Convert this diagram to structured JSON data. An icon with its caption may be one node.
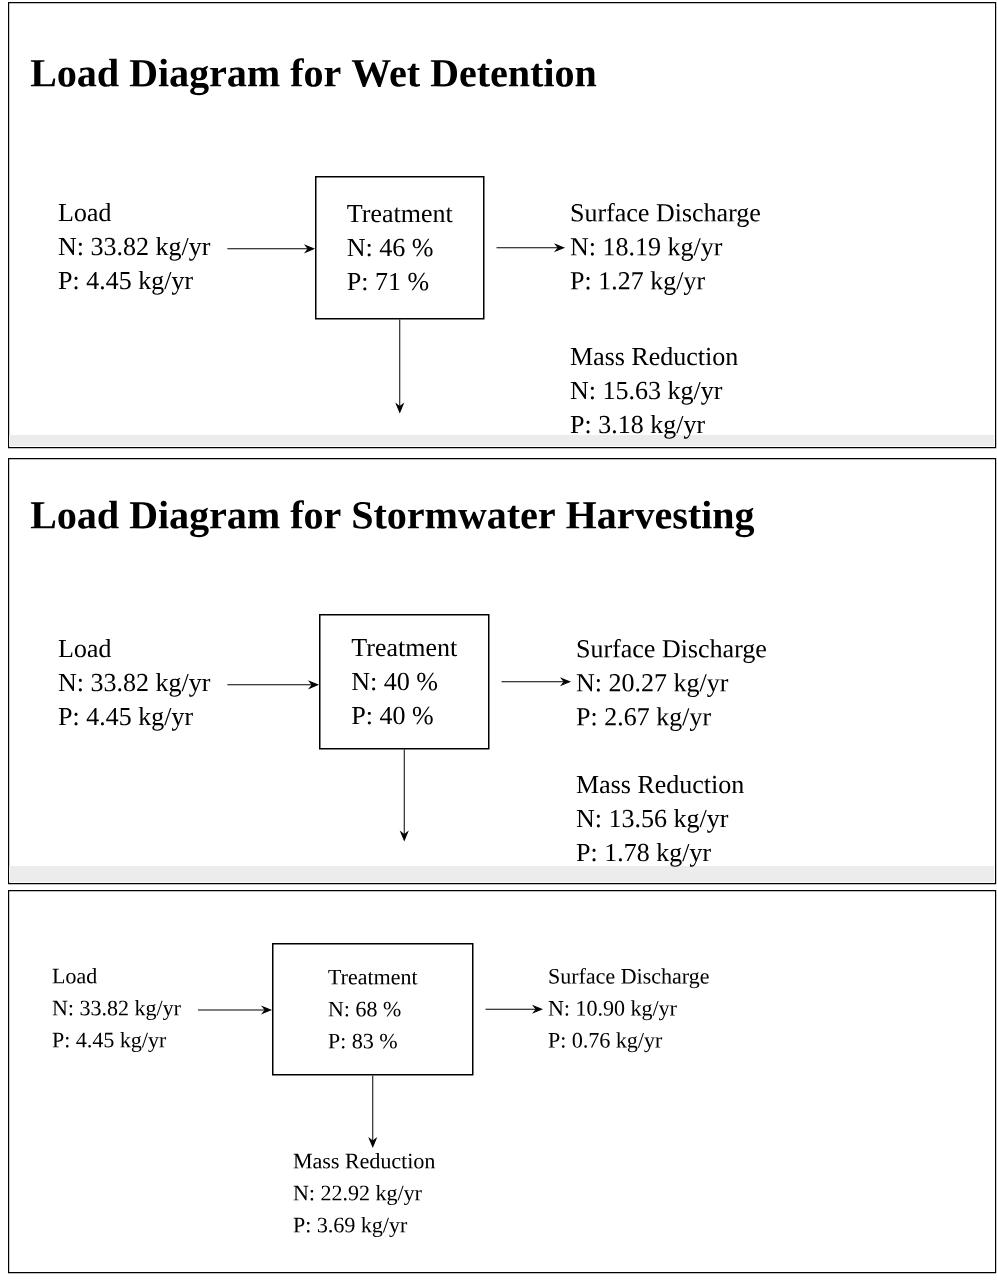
{
  "diagram": {
    "nodes": [
      {
        "text": [
          "Load Diagram for Wet Detention"
        ]
      },
      {
        "text": [
          "Load",
          "N: 33.82 kg/yr",
          "P: 4.45 kg/yr"
        ],
        "in": 0
      },
      {
        "text": [
          "Treatment",
          "N: 46 %",
          "P: 71 %"
        ],
        "in": 0
      },
      {
        "text": [
          "Surface Discharge",
          "N: 18.19 kg/yr",
          "P: 1.27 kg/yr"
        ],
        "in": 0
      },
      {
        "text": [
          "Mass Reduction",
          "N: 15.63 kg/yr",
          "P: 3.18 kg/yr"
        ],
        "in": 0
      },
      {
        "text": [
          "Load Diagram for Stormwater Harvesting"
        ]
      },
      {
        "text": [
          "Load",
          "N: 33.82 kg/yr",
          "P: 4.45 kg/yr"
        ],
        "in": 5
      },
      {
        "text": [
          "Treatment",
          "N: 40 %",
          "P: 40 %"
        ],
        "in": 5
      },
      {
        "text": [
          "Surface Discharge",
          "N: 20.27 kg/yr",
          "P: 2.67 kg/yr"
        ],
        "in": 5
      },
      {
        "text": [
          "Mass Reduction",
          "N: 13.56 kg/yr",
          "P: 1.78 kg/yr"
        ],
        "in": 5
      },
      {
        "text": [],
        "shape": "box"
      },
      {
        "text": [
          "Load",
          "N: 33.82 kg/yr",
          "P: 4.45 kg/yr"
        ],
        "in": 10
      },
      {
        "text": [
          "Treatment",
          "N: 68 %",
          "P: 83 %"
        ],
        "in": 10
      },
      {
        "text": [
          "Surface Discharge",
          "N: 10.90 kg/yr",
          "P: 0.76 kg/yr"
        ],
        "in": 10
      },
      {
        "text": [
          "Mass Reduction",
          "N: 22.92 kg/yr",
          "P: 3.69 kg/yr"
        ],
        "in": 10
      }
    ],
    "edges": [
      {
        "from": 1,
        "to": 2,
        "arrow": "to"
      },
      {
        "from": 2,
        "to": 3,
        "arrow": "to"
      },
      {
        "from": 2,
        "to": null,
        "arrow": "to"
      },
      {
        "from": 6,
        "to": 7,
        "arrow": "to"
      },
      {
        "from": 7,
        "to": 8,
        "arrow": "to"
      },
      {
        "from": 7,
        "to": null,
        "arrow": "to"
      },
      {
        "from": 11,
        "to": 12,
        "arrow": "to"
      },
      {
        "from": 12,
        "to": 13,
        "arrow": "to"
      },
      {
        "from": 12,
        "to": 14,
        "arrow": "to"
      }
    ]
  }
}
